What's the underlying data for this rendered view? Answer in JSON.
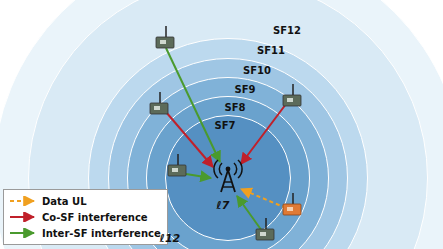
{
  "diagram": {
    "nodes": [
      {
        "text": [
          "SF12"
        ]
      },
      {
        "text": [
          "SF11"
        ],
        "in": 0
      },
      {
        "text": [
          "SF10"
        ],
        "in": 1
      },
      {
        "text": [
          "SF9"
        ],
        "in": 2
      },
      {
        "text": [
          "SF8"
        ],
        "in": 3
      },
      {
        "text": [
          "SF7"
        ],
        "in": 4
      }
    ],
    "labels": [
      "ℓ7",
      "ℓ12"
    ],
    "legend": [
      {
        "text": "Data UL"
      },
      {
        "text": "Co-SF interference"
      },
      {
        "text": "Inter-SF interference"
      }
    ]
  }
}
